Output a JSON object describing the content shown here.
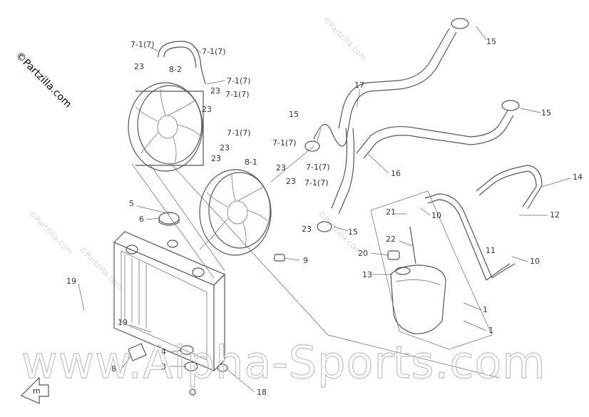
{
  "copyright": "©Partzilla.com",
  "watermark_main": "www.Alpha-Sports.com",
  "watermark_small": "©Partzilla.com",
  "callouts": {
    "c7_1a": "7-1(7)",
    "c7_1b": "7-1(7)",
    "c7_1c": "7-1(7)",
    "c7_1d": "7-1(7)",
    "c7_1e": "7-1(7)",
    "c7_1f": "7-1(7)",
    "c7_1g": "7-1(7)",
    "c7_1h": "7-1(7)",
    "c23a": "23",
    "c23b": "23",
    "c23c": "23",
    "c23d": "23",
    "c23e": "23",
    "c23f": "23",
    "c23g": "23",
    "c23h": "23",
    "c8_2": "8-2",
    "c8_1": "8-1",
    "c15a": "15",
    "c15b": "15",
    "c15c": "15",
    "c15d": "15",
    "c17": "17",
    "c16": "16",
    "c14": "14",
    "c12": "12",
    "c10a": "10",
    "c10b": "10",
    "c11": "11",
    "c21": "21",
    "c22": "22",
    "c20": "20",
    "c13": "13",
    "c1a": "1",
    "c1b": "1",
    "c5": "5",
    "c6": "6",
    "c9": "9",
    "c19a": "19",
    "c19b": "19",
    "c4": "4",
    "c3": "3",
    "c18": "18",
    "c8": "8"
  }
}
